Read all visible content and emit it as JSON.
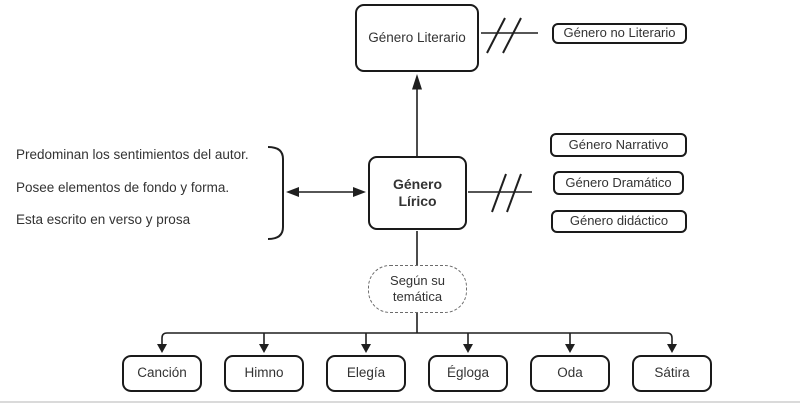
{
  "diagram": {
    "colors": {
      "background": "#ffffff",
      "line": "#1f1f1f",
      "text": "#333333",
      "border": "#1a1a1a"
    },
    "nodes": {
      "genero_literario": "Género Literario",
      "genero_no_literario": "Género no Literario",
      "genero_lirico": "Género Lírico",
      "genero_narrativo": "Género Narrativo",
      "genero_dramatico": "Género Dramático",
      "genero_didactico": "Género didáctico",
      "segun_su_tematica": "Según su temática"
    },
    "caracteristicas": [
      "Predominan los sentimientos del autor.",
      "Posee elementos de fondo y forma.",
      "Esta escrito en verso y prosa"
    ],
    "subtipos": [
      "Canción",
      "Himno",
      "Elegía",
      "Égloga",
      "Oda",
      "Sátira"
    ]
  }
}
